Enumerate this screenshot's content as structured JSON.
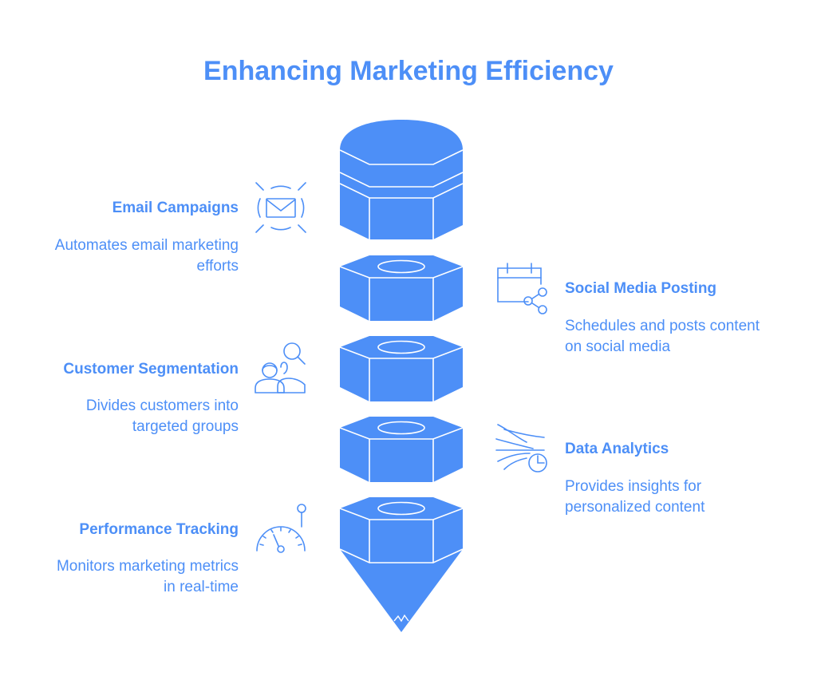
{
  "title": "Enhancing Marketing Efficiency",
  "colors": {
    "primary": "#4d8ff7",
    "outline": "#ffffff",
    "background": "#ffffff"
  },
  "items": [
    {
      "title": "Email Campaigns",
      "desc_line1": "Automates email marketing",
      "desc_line2": "efforts",
      "side": "left",
      "icon": "envelope-icon"
    },
    {
      "title": "Social Media Posting",
      "desc_line1": "Schedules and posts content",
      "desc_line2": "on social media",
      "side": "right",
      "icon": "calendar-share-icon"
    },
    {
      "title": "Customer Segmentation",
      "desc_line1": "Divides customers into",
      "desc_line2": "targeted groups",
      "side": "left",
      "icon": "people-search-icon"
    },
    {
      "title": "Data Analytics",
      "desc_line1": "Provides insights for",
      "desc_line2": "personalized content",
      "side": "right",
      "icon": "data-stream-clock-icon"
    },
    {
      "title": "Performance Tracking",
      "desc_line1": "Monitors marketing metrics",
      "desc_line2": "in real-time",
      "side": "left",
      "icon": "gauge-icon"
    }
  ]
}
